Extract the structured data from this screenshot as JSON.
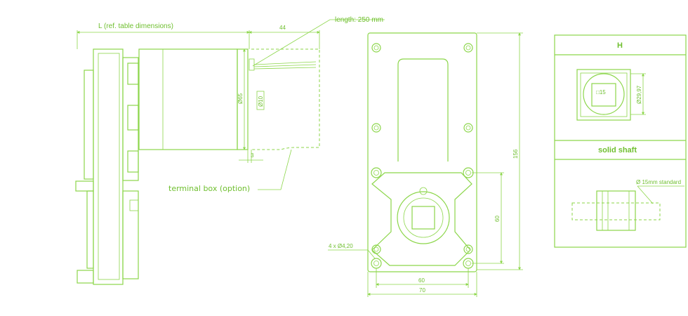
{
  "colors": {
    "line": "#8cd64a",
    "text": "#6fbf2f",
    "background": "#ffffff"
  },
  "side_view": {
    "length_label": "L (ref. table dimensions)",
    "dim_44": "44",
    "cable_label": "length: 250 mm",
    "dia_65": "Ø65",
    "dia_10": "Ø10",
    "dim_3": "3",
    "terminal_box_label": "terminal box (option)"
  },
  "front_view": {
    "dim_156": "156",
    "dim_60_vertical": "60",
    "holes_label": "4 x Ø4,20",
    "dim_60_horizontal": "60",
    "dim_70": "70"
  },
  "detail_panel": {
    "header_label": "H",
    "square_label": "□15",
    "dia_29": "Ø29,97",
    "shaft_label": "solid shaft",
    "shaft_dia_label": "Ø 15mm standard"
  }
}
